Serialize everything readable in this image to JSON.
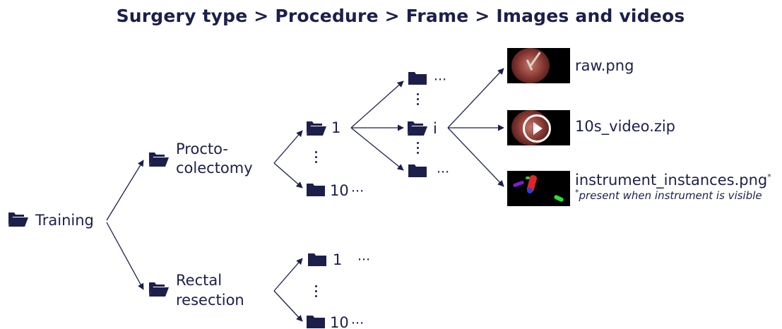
{
  "title": "Surgery type > Procedure > Frame > Images and videos",
  "root": {
    "label": "Training",
    "icon": "folder-open-icon"
  },
  "surgery_types": [
    {
      "label_line1": "Procto-",
      "label_line2": "colectomy",
      "icon": "folder-open-icon"
    },
    {
      "label_line1": "Rectal",
      "label_line2": "resection",
      "icon": "folder-open-icon"
    }
  ],
  "procedures": {
    "proctocolectomy": {
      "first": "1",
      "last": "10",
      "ellipsis": "···"
    },
    "rectal_resection": {
      "first": "1",
      "first_ellipsis": "···",
      "last": "10",
      "ellipsis": "···"
    }
  },
  "frames": {
    "top_ellipsis": "···",
    "middle": "i",
    "bottom_ellipsis": "···"
  },
  "files": [
    {
      "name": "raw.png",
      "thumb": "endoscopic-frame"
    },
    {
      "name": "10s_video.zip",
      "thumb": "video-play"
    },
    {
      "name": "instrument_instances.png",
      "marker": "*",
      "thumb": "instrument-mask"
    }
  ],
  "footnote": {
    "marker": "*",
    "text": "present when instrument is visible"
  },
  "colors": {
    "primary": "#1c1f4a",
    "background": "#ffffff"
  }
}
